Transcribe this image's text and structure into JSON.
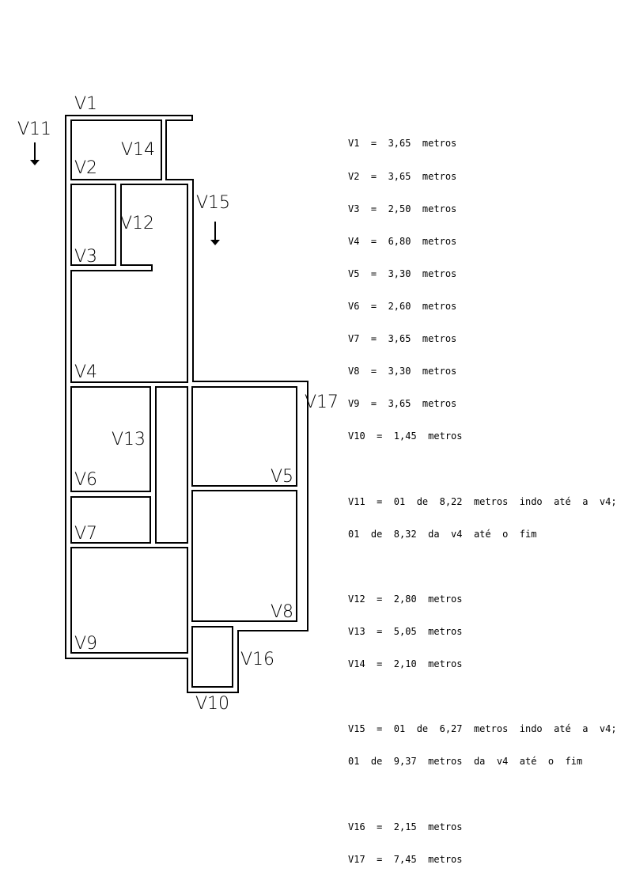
{
  "labels": {
    "v1": "V1",
    "v2": "V2",
    "v3": "V3",
    "v4": "V4",
    "v5": "V5",
    "v6": "V6",
    "v7": "V7",
    "v8": "V8",
    "v9": "V9",
    "v10": "V10",
    "v11": "V11",
    "v12": "V12",
    "v13": "V13",
    "v14": "V14",
    "v15": "V15",
    "v16": "V16",
    "v17": "V17"
  },
  "notes": {
    "group1": [
      "V1  =  3,65  metros",
      "V2  =  3,65  metros",
      "V3  =  2,50  metros",
      "V4  =  6,80  metros",
      "V5  =  3,30  metros",
      "V6  =  2,60  metros",
      "V7  =  3,65  metros",
      "V8  =  3,30  metros",
      "V9  =  3,65  metros",
      "V10  =  1,45  metros"
    ],
    "group2": [
      "V11  =  01  de  8,22  metros  indo  até  a  v4;",
      "01  de  8,32  da  v4  até  o  fim"
    ],
    "group3": [
      "V12  =  2,80  metros",
      "V13  =  5,05  metros",
      "V14  =  2,10  metros"
    ],
    "group4": [
      "V15  =  01  de  6,27  metros  indo  até  a  v4;",
      "01  de  9,37  metros  da  v4  até  o  fim"
    ],
    "group5": [
      "V16  =  2,15  metros",
      "V17  =  7,45  metros"
    ]
  }
}
